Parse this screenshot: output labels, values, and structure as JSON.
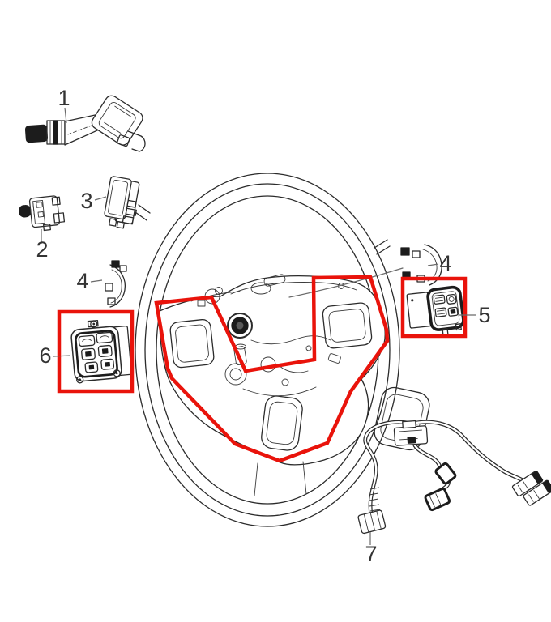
{
  "figure": {
    "background_color": "#ffffff",
    "line_color": "#2b2b2b",
    "highlight_color": "#e9130b"
  },
  "callouts": [
    {
      "label": "1"
    },
    {
      "label": "2"
    },
    {
      "label": "3"
    },
    {
      "label": "4"
    },
    {
      "label": "4"
    },
    {
      "label": "5"
    },
    {
      "label": "6"
    },
    {
      "label": "7"
    }
  ]
}
